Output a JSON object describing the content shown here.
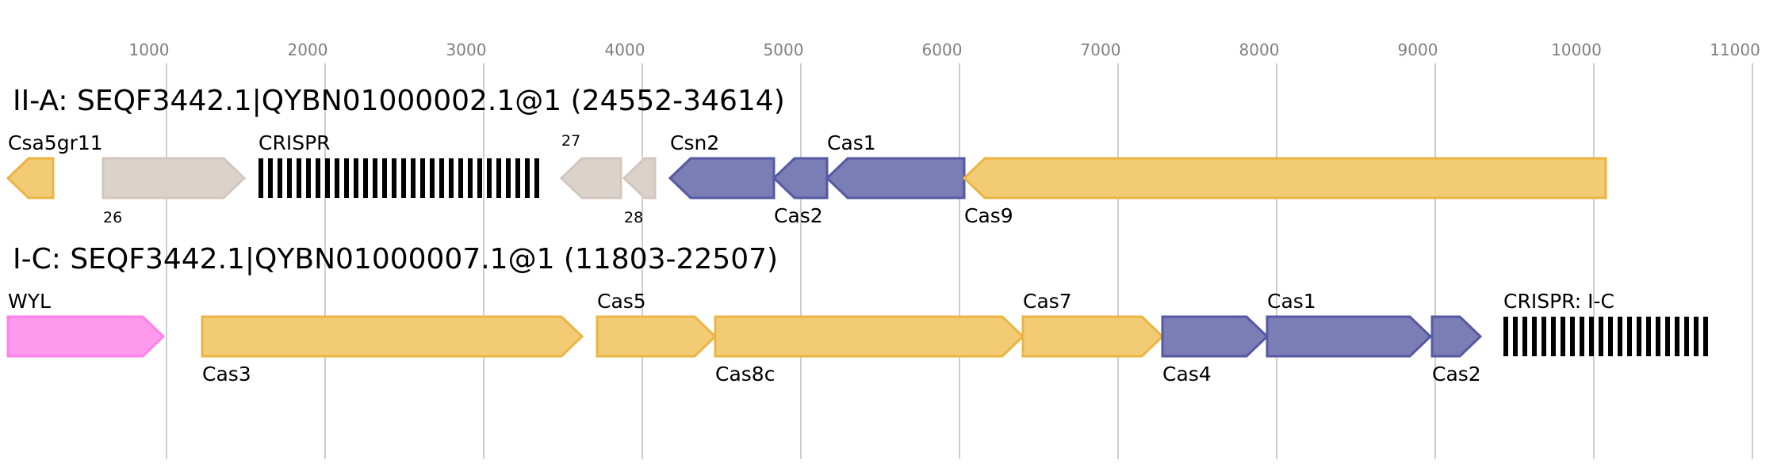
{
  "axis": {
    "ticks": [
      "1000",
      "2000",
      "3000",
      "4000",
      "5000",
      "6000",
      "7000",
      "8000",
      "9000",
      "10000",
      "11000"
    ],
    "grid": true
  },
  "colors": {
    "cas": "#f2cb74",
    "cas_stroke": "#eab544",
    "core": "#7b7db5",
    "core_stroke": "#5659a3",
    "other": "#dcd2cc",
    "other_stroke": "#d2c6bf",
    "wyl": "#ff99ee",
    "wyl_stroke": "#ff80e8",
    "grid": "#bdbdbd",
    "crispr": "#000000"
  },
  "loci": [
    {
      "title": "II-A: SEQF3442.1|QYBN01000002.1@1 (24552-34614)",
      "genes": [
        {
          "label": "Csa5gr11",
          "pos": "above",
          "type": "cas",
          "strand": "-"
        },
        {
          "label": "26",
          "pos": "below-small",
          "type": "other",
          "strand": "+"
        },
        {
          "label": "CRISPR",
          "pos": "above",
          "type": "crispr"
        },
        {
          "label": "27",
          "pos": "above-small",
          "type": "other",
          "strand": "-"
        },
        {
          "label": "28",
          "pos": "below-small",
          "type": "other",
          "strand": "-"
        },
        {
          "label": "Csn2",
          "pos": "above",
          "type": "core",
          "strand": "-"
        },
        {
          "label": "Cas2",
          "pos": "below",
          "type": "core",
          "strand": "-"
        },
        {
          "label": "Cas1",
          "pos": "above",
          "type": "core",
          "strand": "-"
        },
        {
          "label": "Cas9",
          "pos": "below",
          "type": "cas",
          "strand": "-"
        }
      ]
    },
    {
      "title": "I-C: SEQF3442.1|QYBN01000007.1@1 (11803-22507)",
      "genes": [
        {
          "label": "WYL",
          "pos": "above",
          "type": "wyl",
          "strand": "+"
        },
        {
          "label": "Cas3",
          "pos": "below",
          "type": "cas",
          "strand": "+"
        },
        {
          "label": "Cas5",
          "pos": "above",
          "type": "cas",
          "strand": "+"
        },
        {
          "label": "Cas8c",
          "pos": "below",
          "type": "cas",
          "strand": "+"
        },
        {
          "label": "Cas7",
          "pos": "above",
          "type": "cas",
          "strand": "+"
        },
        {
          "label": "Cas4",
          "pos": "below",
          "type": "core",
          "strand": "+"
        },
        {
          "label": "Cas1",
          "pos": "above",
          "type": "core",
          "strand": "+"
        },
        {
          "label": "Cas2",
          "pos": "below",
          "type": "core",
          "strand": "+"
        },
        {
          "label": "CRISPR: I-C",
          "pos": "above",
          "type": "crispr"
        }
      ]
    }
  ]
}
